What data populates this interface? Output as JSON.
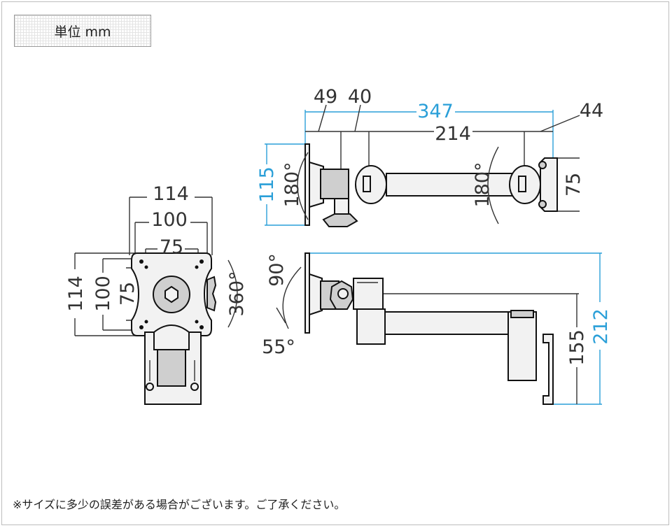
{
  "unit_label": "単位 mm",
  "note": "※サイズに多少の誤差がある場合がございます。ご了承ください。",
  "front_view": {
    "dim_114_width": "114",
    "dim_100_width": "100",
    "dim_75_width": "75",
    "dim_114_height": "114",
    "dim_100_height": "100",
    "dim_75_height": "75",
    "rotation": "360°"
  },
  "top_view": {
    "dim_49": "49",
    "dim_40": "40",
    "dim_347": "347",
    "dim_214": "214",
    "dim_44": "44",
    "dim_115": "115",
    "swivel_left": "180°",
    "swivel_right": "180°",
    "dim_75": "75"
  },
  "side_view": {
    "tilt_up": "90°",
    "tilt_down": "55°",
    "dim_155": "155",
    "dim_212": "212"
  },
  "colors": {
    "line": "#333333",
    "highlight": "#2a9fd8"
  }
}
